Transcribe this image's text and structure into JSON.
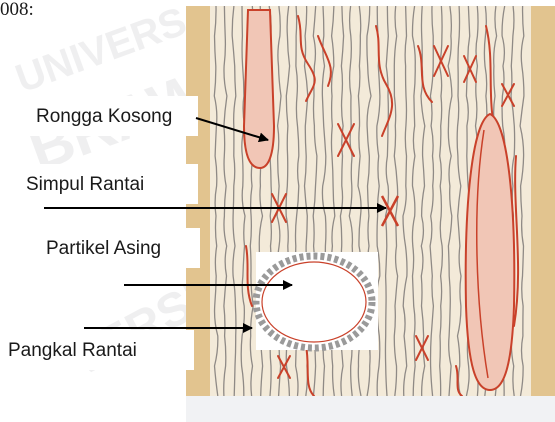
{
  "header_text": "008:",
  "watermark": {
    "line1": "BRAWI",
    "line2": "UNIVERS",
    "line3": "VERSITAS"
  },
  "labels": {
    "rongga_kosong": "Rongga Kosong",
    "simpul_rantai": "Simpul Rantai",
    "partikel_asing": "Partikel Asing",
    "pangkal_rantai": "Pangkal Rantai"
  },
  "colors": {
    "wood_border": "#e2c48f",
    "wood_bg": "#f3ead9",
    "grain_line": "#8f8a86",
    "chain_red": "#c9412a",
    "void_fill": "#f1c6b6",
    "arrow": "#000000"
  }
}
